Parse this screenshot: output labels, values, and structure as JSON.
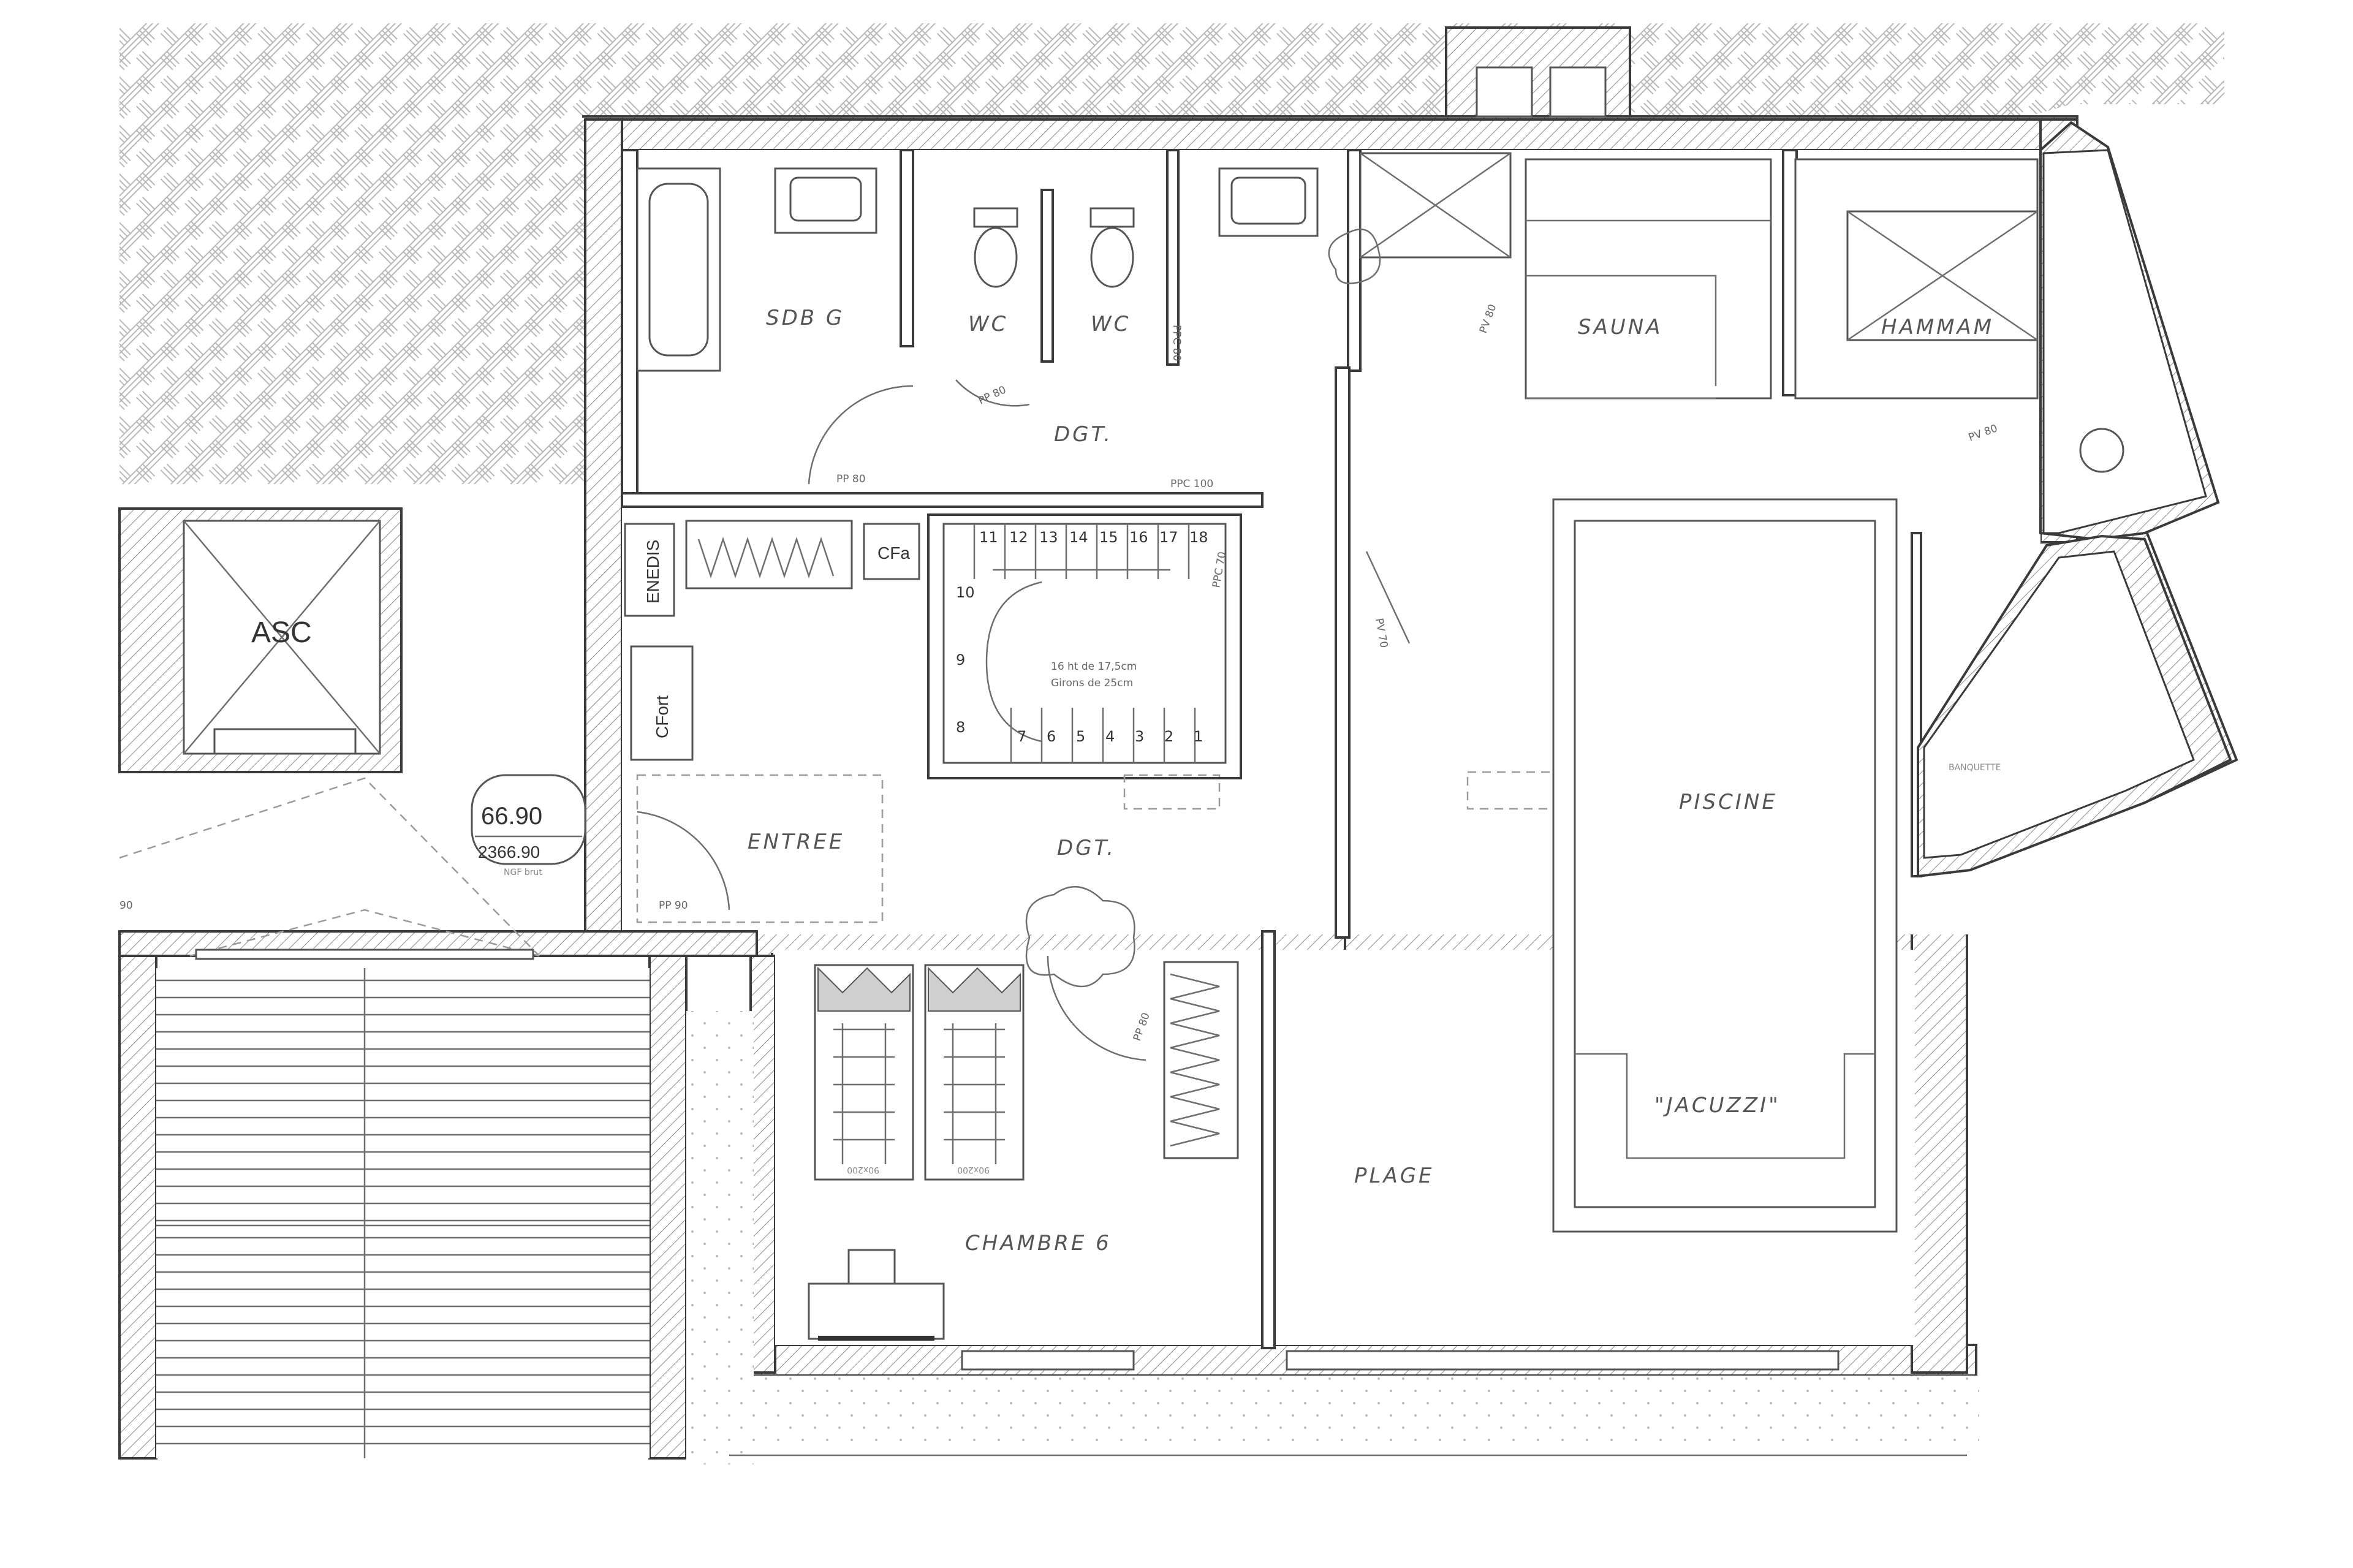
{
  "rooms": {
    "sdb": "SDB G",
    "wc1": "WC",
    "wc2": "WC",
    "dgt_top": "DGT.",
    "dgt_mid": "DGT.",
    "sauna": "SAUNA",
    "hammam": "HAMMAM",
    "entree": "ENTREE",
    "piscine": "PISCINE",
    "jacuzzi": "\"JACUZZI\"",
    "plage": "PLAGE",
    "chambre": "CHAMBRE 6",
    "asc": "ASC"
  },
  "labels": {
    "enedis": "ENEDIS",
    "cfa": "CFa",
    "cfort": "CFort",
    "banquette": "BANQUETTE"
  },
  "doors": {
    "pp80_a": "PP 80",
    "pp80_b": "PP 80",
    "pp80_c": "PP 80",
    "pp90": "PP 90",
    "ppc100": "PPC 100",
    "ppc70": "PPC 70",
    "ppc80": "PPC 80",
    "pv80_a": "PV 80",
    "pv80_b": "PV 80",
    "pv70": "PV 70",
    "dim90": "90"
  },
  "stairs": {
    "steps_top": [
      "11",
      "12",
      "13",
      "14",
      "15",
      "16",
      "17",
      "18"
    ],
    "steps_left": [
      "10",
      "9",
      "8"
    ],
    "steps_bottom": [
      "7",
      "6",
      "5",
      "4",
      "3",
      "2",
      "1"
    ],
    "note_line1": "16 ht de 17,5cm",
    "note_line2": "Girons de 25cm"
  },
  "level": {
    "value": "66.90",
    "ngf": "2366.90",
    "caption": "NGF brut"
  },
  "beds": {
    "bed1": "90x200",
    "bed2": "90x200"
  }
}
